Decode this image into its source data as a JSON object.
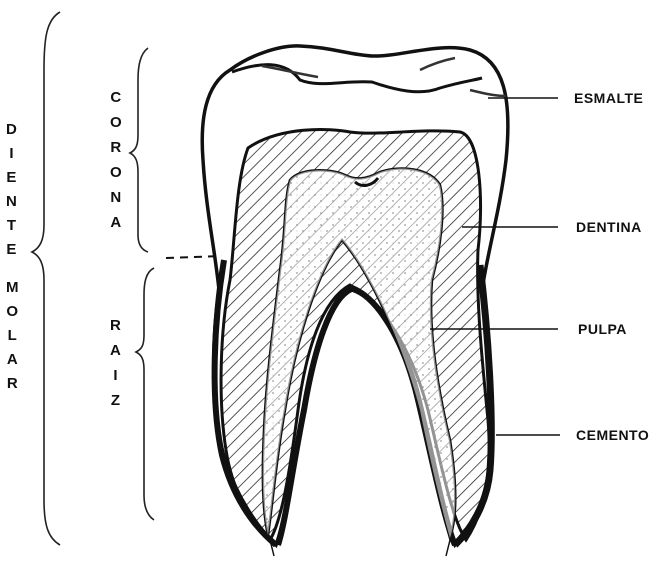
{
  "labels": {
    "diente": "DIENTE",
    "molar": "MOLAR",
    "corona": "CORONA",
    "raiz": "RAIZ",
    "esmalte": "ESMALTE",
    "dentina": "DENTINA",
    "pulpa": "PULPA",
    "cemento": "CEMENTO"
  }
}
